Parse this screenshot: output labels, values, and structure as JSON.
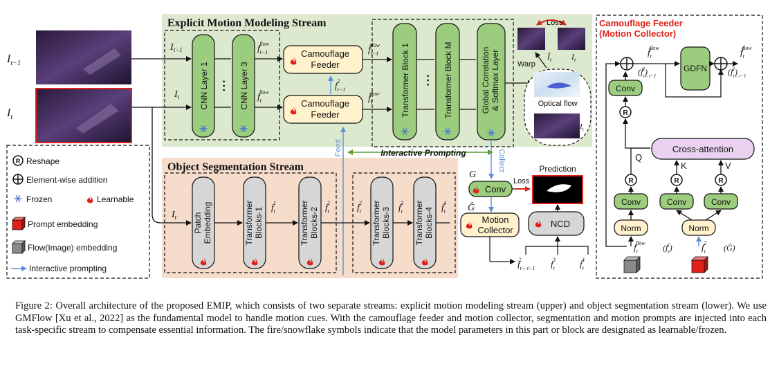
{
  "streams": {
    "motion_title": "Explicit Motion Modeling Stream",
    "seg_title": "Object Segmentation Stream"
  },
  "inputs": {
    "prev_frame_label": "I",
    "prev_frame_sub": "t−1",
    "cur_frame_label": "I",
    "cur_frame_sub": "t"
  },
  "motion": {
    "cnn1": "CNN Layer 1",
    "cnn3": "CNN Layer 3",
    "dots": "•  •  •",
    "feeder_label": [
      "Camouflage",
      "Feeder"
    ],
    "tb1": "Transformer Block 1",
    "tbm": "Transformer Block M",
    "gc1": "Global Correlation",
    "gc2": "& Softmax Layer",
    "loss": "Loss",
    "warp": "Warp",
    "optical_flow": "Optical flow",
    "interactive": "Interactive Prompting",
    "feed": "Feed",
    "collect": "Collect"
  },
  "segmentation": {
    "patch": [
      "Patch",
      "Embedding"
    ],
    "tb1": [
      "Transformer",
      "Blocks-1"
    ],
    "tb2": [
      "Transformer",
      "Blocks-2"
    ],
    "tb3": [
      "Transformer",
      "Blocks-3"
    ],
    "tb4": [
      "Transformer",
      "Blocks-4"
    ],
    "conv": "Conv",
    "collector": [
      "Motion",
      "Collector"
    ],
    "ncd": "NCD",
    "prediction": "Prediction",
    "loss": "Loss",
    "g": "G",
    "ghat": "Ĝ"
  },
  "legend": {
    "reshape": "Reshape",
    "addition": "Element-wise addition",
    "frozen": "Frozen",
    "learnable": "Learnable",
    "prompt": "Prompt embedding",
    "flow": "Flow(Image) embedding",
    "interactive": "Interactive prompting"
  },
  "feeder_detail": {
    "title1": "Camouflage Feeder",
    "title2": "(Motion Collector)",
    "gdfn": "GDFN",
    "conv": "Conv",
    "cross": "Cross-attention",
    "norm": "Norm",
    "q": "Q",
    "k": "K",
    "v": "V",
    "r": "R"
  },
  "caption": "Figure 2: Overall architecture of the proposed EMIP, which consists of two separate streams: explicit motion modeling stream (upper) and object segmentation stream (lower). We use GMFlow [Xu et al., 2022] as the fundamental model to handle motion cues. With the camouflage feeder and motion collector, segmentation and motion prompts are injected into each task-specific stream to compensate essential information. The fire/snowflake symbols indicate that the model parameters in this part or block are designated as learnable/frozen.",
  "colors": {
    "motion_bg": "#dce9cf",
    "seg_bg": "#f6dccb",
    "green_block": "#9ccc7e",
    "gray_block": "#d6d6d6",
    "yellow_block": "#fff2cc",
    "pink_block": "#ead1f0",
    "flame": "#e0201a",
    "snow": "#4a78c8",
    "arrow_blue": "#5b8fd6",
    "arrow_green": "#5aa02c"
  }
}
